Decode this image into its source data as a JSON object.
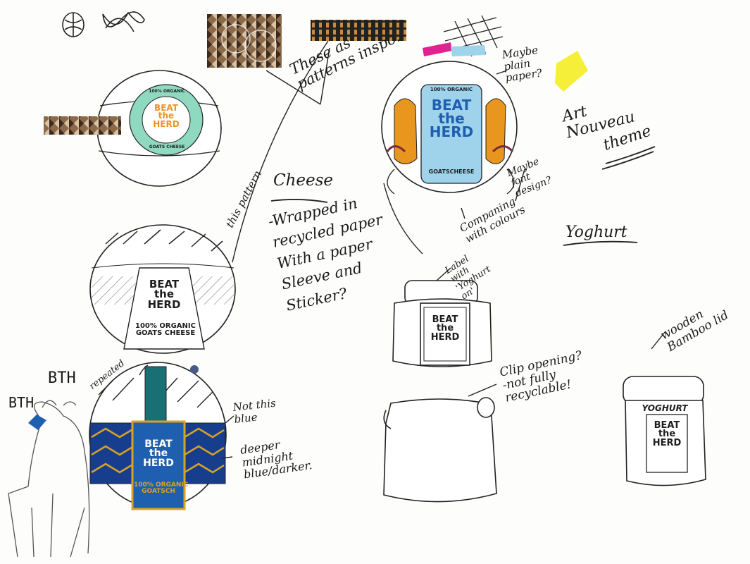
{
  "annotations": {
    "patterns_inspo": "These as\npatterns inspo.",
    "this_pattern": "this pattern",
    "maybe_plain_paper": "Maybe\nplain\npaper?",
    "art_nouveau": "Art\nNouveau",
    "theme": "theme",
    "cheese_heading": "Cheese",
    "cheese_notes": "-Wrapped in\nrecycled paper\nWith a paper\nSleeve and\nSticker?",
    "maybe_font_design": "Maybe\nfont\ndesign?",
    "companing_colours": "Companing\nwith colours",
    "yoghurt_heading": "Yoghurt",
    "label_yoghurt_on": "Label\nwith\n'Yoghurt\non'",
    "wooden_bamboo_lid": "wooden\nBamboo lid",
    "clip_opening": "Clip opening?\n-not fully\nrecyclable!",
    "repeated": "repeated",
    "bth_1": "BTH",
    "bth_2": "BTH",
    "not_this_blue": "Not this\nblue",
    "deeper_blue": "deeper\nmidnight\nblue/darker."
  },
  "labels": {
    "brand_line": "BEAT\nthe\nHERD",
    "organic_ring": "100% ORGANIC",
    "goats_cheese_ring": "GOATS CHEESE",
    "organic_goats_cheese": "100% ORGANIC\nGOATS CHEESE",
    "organic_goatsch": "100% ORGANIC\nGOATSCH",
    "goatscheese": "GOATSCHEESE",
    "yoghurt_word": "YOGHURT"
  },
  "colors": {
    "ink": "#1b1b1b",
    "mint": "#8fd9c0",
    "orange": "#e8961e",
    "blue": "#1f5fb0",
    "deep_blue": "#173e8c",
    "gold": "#d9a227",
    "magenta": "#e0238f",
    "yellow": "#f5ef3a",
    "light_blue": "#9fd3ec"
  }
}
